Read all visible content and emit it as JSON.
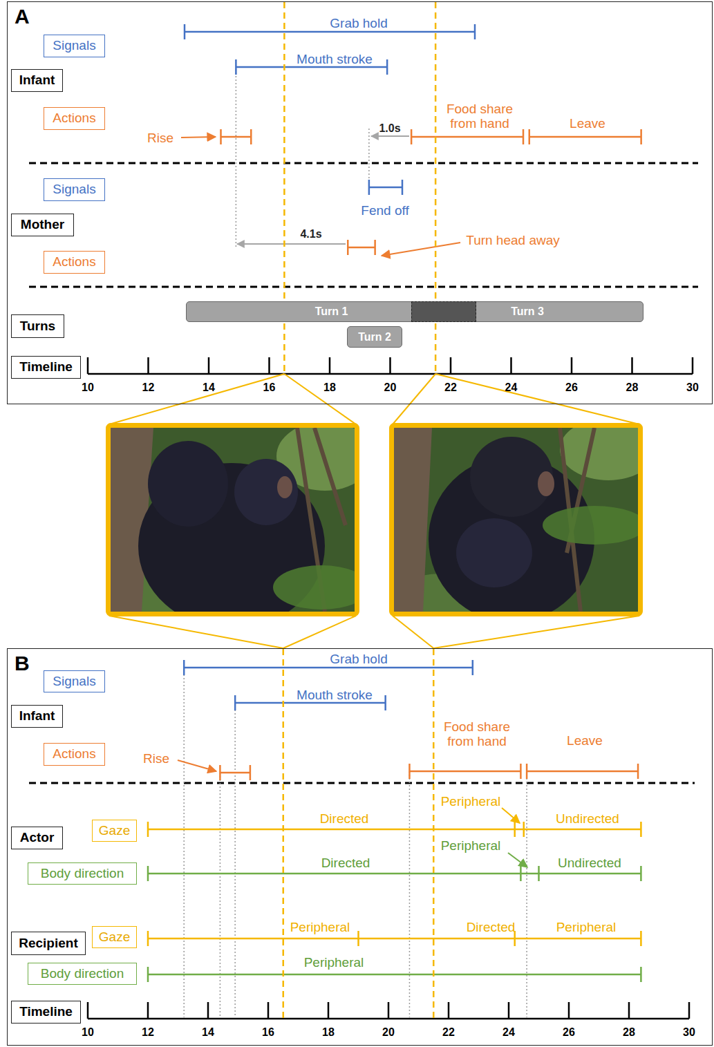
{
  "diagram": {
    "nodes": [
      {
        "text": [
          "A"
        ]
      },
      {
        "text": [
          "Signals"
        ],
        "in": 0
      },
      {
        "text": [
          "Infant"
        ],
        "in": 0
      },
      {
        "text": [
          "Actions"
        ],
        "in": 0
      },
      {
        "text": [
          "Signals"
        ],
        "in": 0
      },
      {
        "text": [
          "Mother"
        ],
        "in": 0
      },
      {
        "text": [
          "Actions"
        ],
        "in": 0
      },
      {
        "text": [
          "Turns"
        ],
        "in": 0
      },
      {
        "text": [
          "Turn 1"
        ],
        "in": 0
      },
      {
        "text": [
          "Turn 3"
        ],
        "in": 0
      },
      {
        "text": [
          "Turn 2"
        ],
        "in": 0
      },
      {
        "text": [
          "Timeline"
        ],
        "in": 0
      },
      {
        "text": [
          "B"
        ]
      },
      {
        "text": [
          "Signals"
        ],
        "in": 12
      },
      {
        "text": [
          "Infant"
        ],
        "in": 12
      },
      {
        "text": [
          "Actions"
        ],
        "in": 12
      },
      {
        "text": [
          "Actor"
        ],
        "in": 12
      },
      {
        "text": [
          "Gaze"
        ],
        "in": 12
      },
      {
        "text": [
          "Body direction"
        ],
        "in": 12
      },
      {
        "text": [
          "Recipient"
        ],
        "in": 12
      },
      {
        "text": [
          "Gaze"
        ],
        "in": 12
      },
      {
        "text": [
          "Body direction"
        ],
        "in": 12
      },
      {
        "text": [
          "Timeline"
        ],
        "in": 12
      }
    ],
    "labels": [
      "Grab hold",
      "Mouth stroke",
      "Rise",
      "1.0s",
      "Food share from hand",
      "Leave",
      "Fend off",
      "Turn head away",
      "4.1s",
      "10",
      "12",
      "14",
      "16",
      "18",
      "20",
      "22",
      "24",
      "26",
      "28",
      "30",
      "Grab hold",
      "Mouth stroke",
      "Rise",
      "Food share from hand",
      "Leave",
      "Peripheral",
      "Directed",
      "Undirected",
      "Peripheral",
      "Directed",
      "Undirected",
      "Peripheral",
      "Directed",
      "Peripheral",
      "Peripheral",
      "10",
      "12",
      "14",
      "16",
      "18",
      "20",
      "22",
      "24",
      "26",
      "28",
      "30"
    ]
  }
}
